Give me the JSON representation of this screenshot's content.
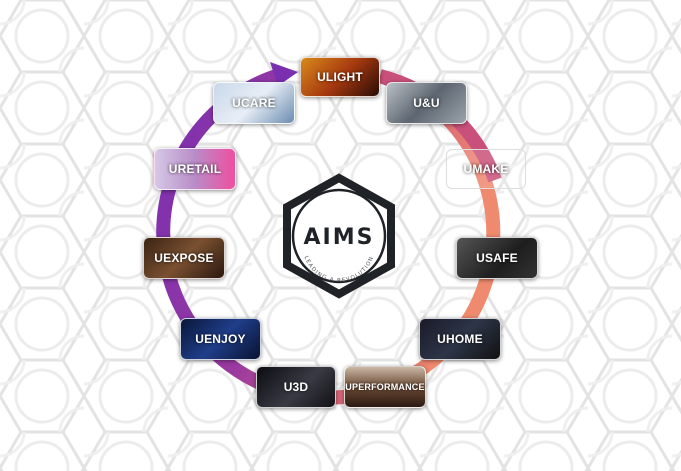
{
  "logo": {
    "title": "AIMS",
    "tagline": "LEADING A REVOLUTION"
  },
  "colors": {
    "ring_start": "#7a2fb0",
    "ring_mid": "#c9507a",
    "ring_end": "#ee8870",
    "logo": "#1f2328"
  },
  "tiles": [
    {
      "label": "ULIGHT",
      "bg": "linear-gradient(135deg,#d88a1a,#a83a10 50%,#2a0c05)"
    },
    {
      "label": "U&U",
      "bg": "linear-gradient(135deg,#b9bfc6,#5d6670 50%,#9aa2ab)"
    },
    {
      "label": "UMAKE",
      "bg": "rgba(255,255,255,0.15)"
    },
    {
      "label": "USAFE",
      "bg": "linear-gradient(135deg,#555,#1e1e1e 60%,#333)"
    },
    {
      "label": "UHOME",
      "bg": "linear-gradient(135deg,#1a1a28,#2d3548 50%,#111)"
    },
    {
      "label": "UPERFORMANCE",
      "bg": "linear-gradient(180deg,#c9b8a4,#6b4a35 50%,#2a1a12)"
    },
    {
      "label": "U3D",
      "bg": "linear-gradient(135deg,#0c0c12,#3a3a44 55%,#101014)"
    },
    {
      "label": "UENJOY",
      "bg": "linear-gradient(135deg,#0a1638,#1f3e8a 50%,#0a1230)"
    },
    {
      "label": "UEXPOSE",
      "bg": "linear-gradient(135deg,#3a2414,#7a5030 50%,#2a1810)"
    },
    {
      "label": "URETAIL",
      "bg": "linear-gradient(90deg,#d6c8e6,#b88cc8 50%,#ef4fa0)"
    },
    {
      "label": "UCARE",
      "bg": "linear-gradient(135deg,#c8d8ea,#e8eef6 50%,#6a8cb0)"
    }
  ]
}
